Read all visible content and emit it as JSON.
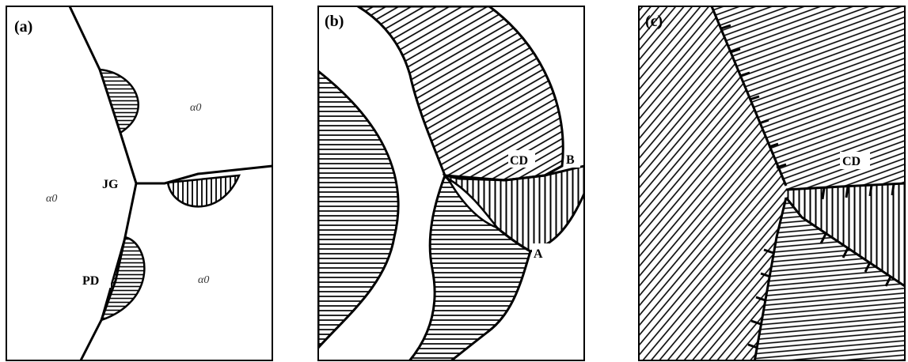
{
  "panels": [
    {
      "id": "a",
      "label": "(a)",
      "region_labels": {
        "jg": "JG",
        "pd": "PD"
      },
      "phase_labels": [
        "α0",
        "α0",
        "α0"
      ]
    },
    {
      "id": "b",
      "label": "(b)",
      "region_labels": {
        "cd": "CD",
        "b": "B",
        "a": "A"
      }
    },
    {
      "id": "c",
      "label": "(c)",
      "region_labels": {
        "cd": "CD"
      }
    }
  ],
  "colors": {
    "ink": "#000000",
    "paper": "#ffffff"
  }
}
